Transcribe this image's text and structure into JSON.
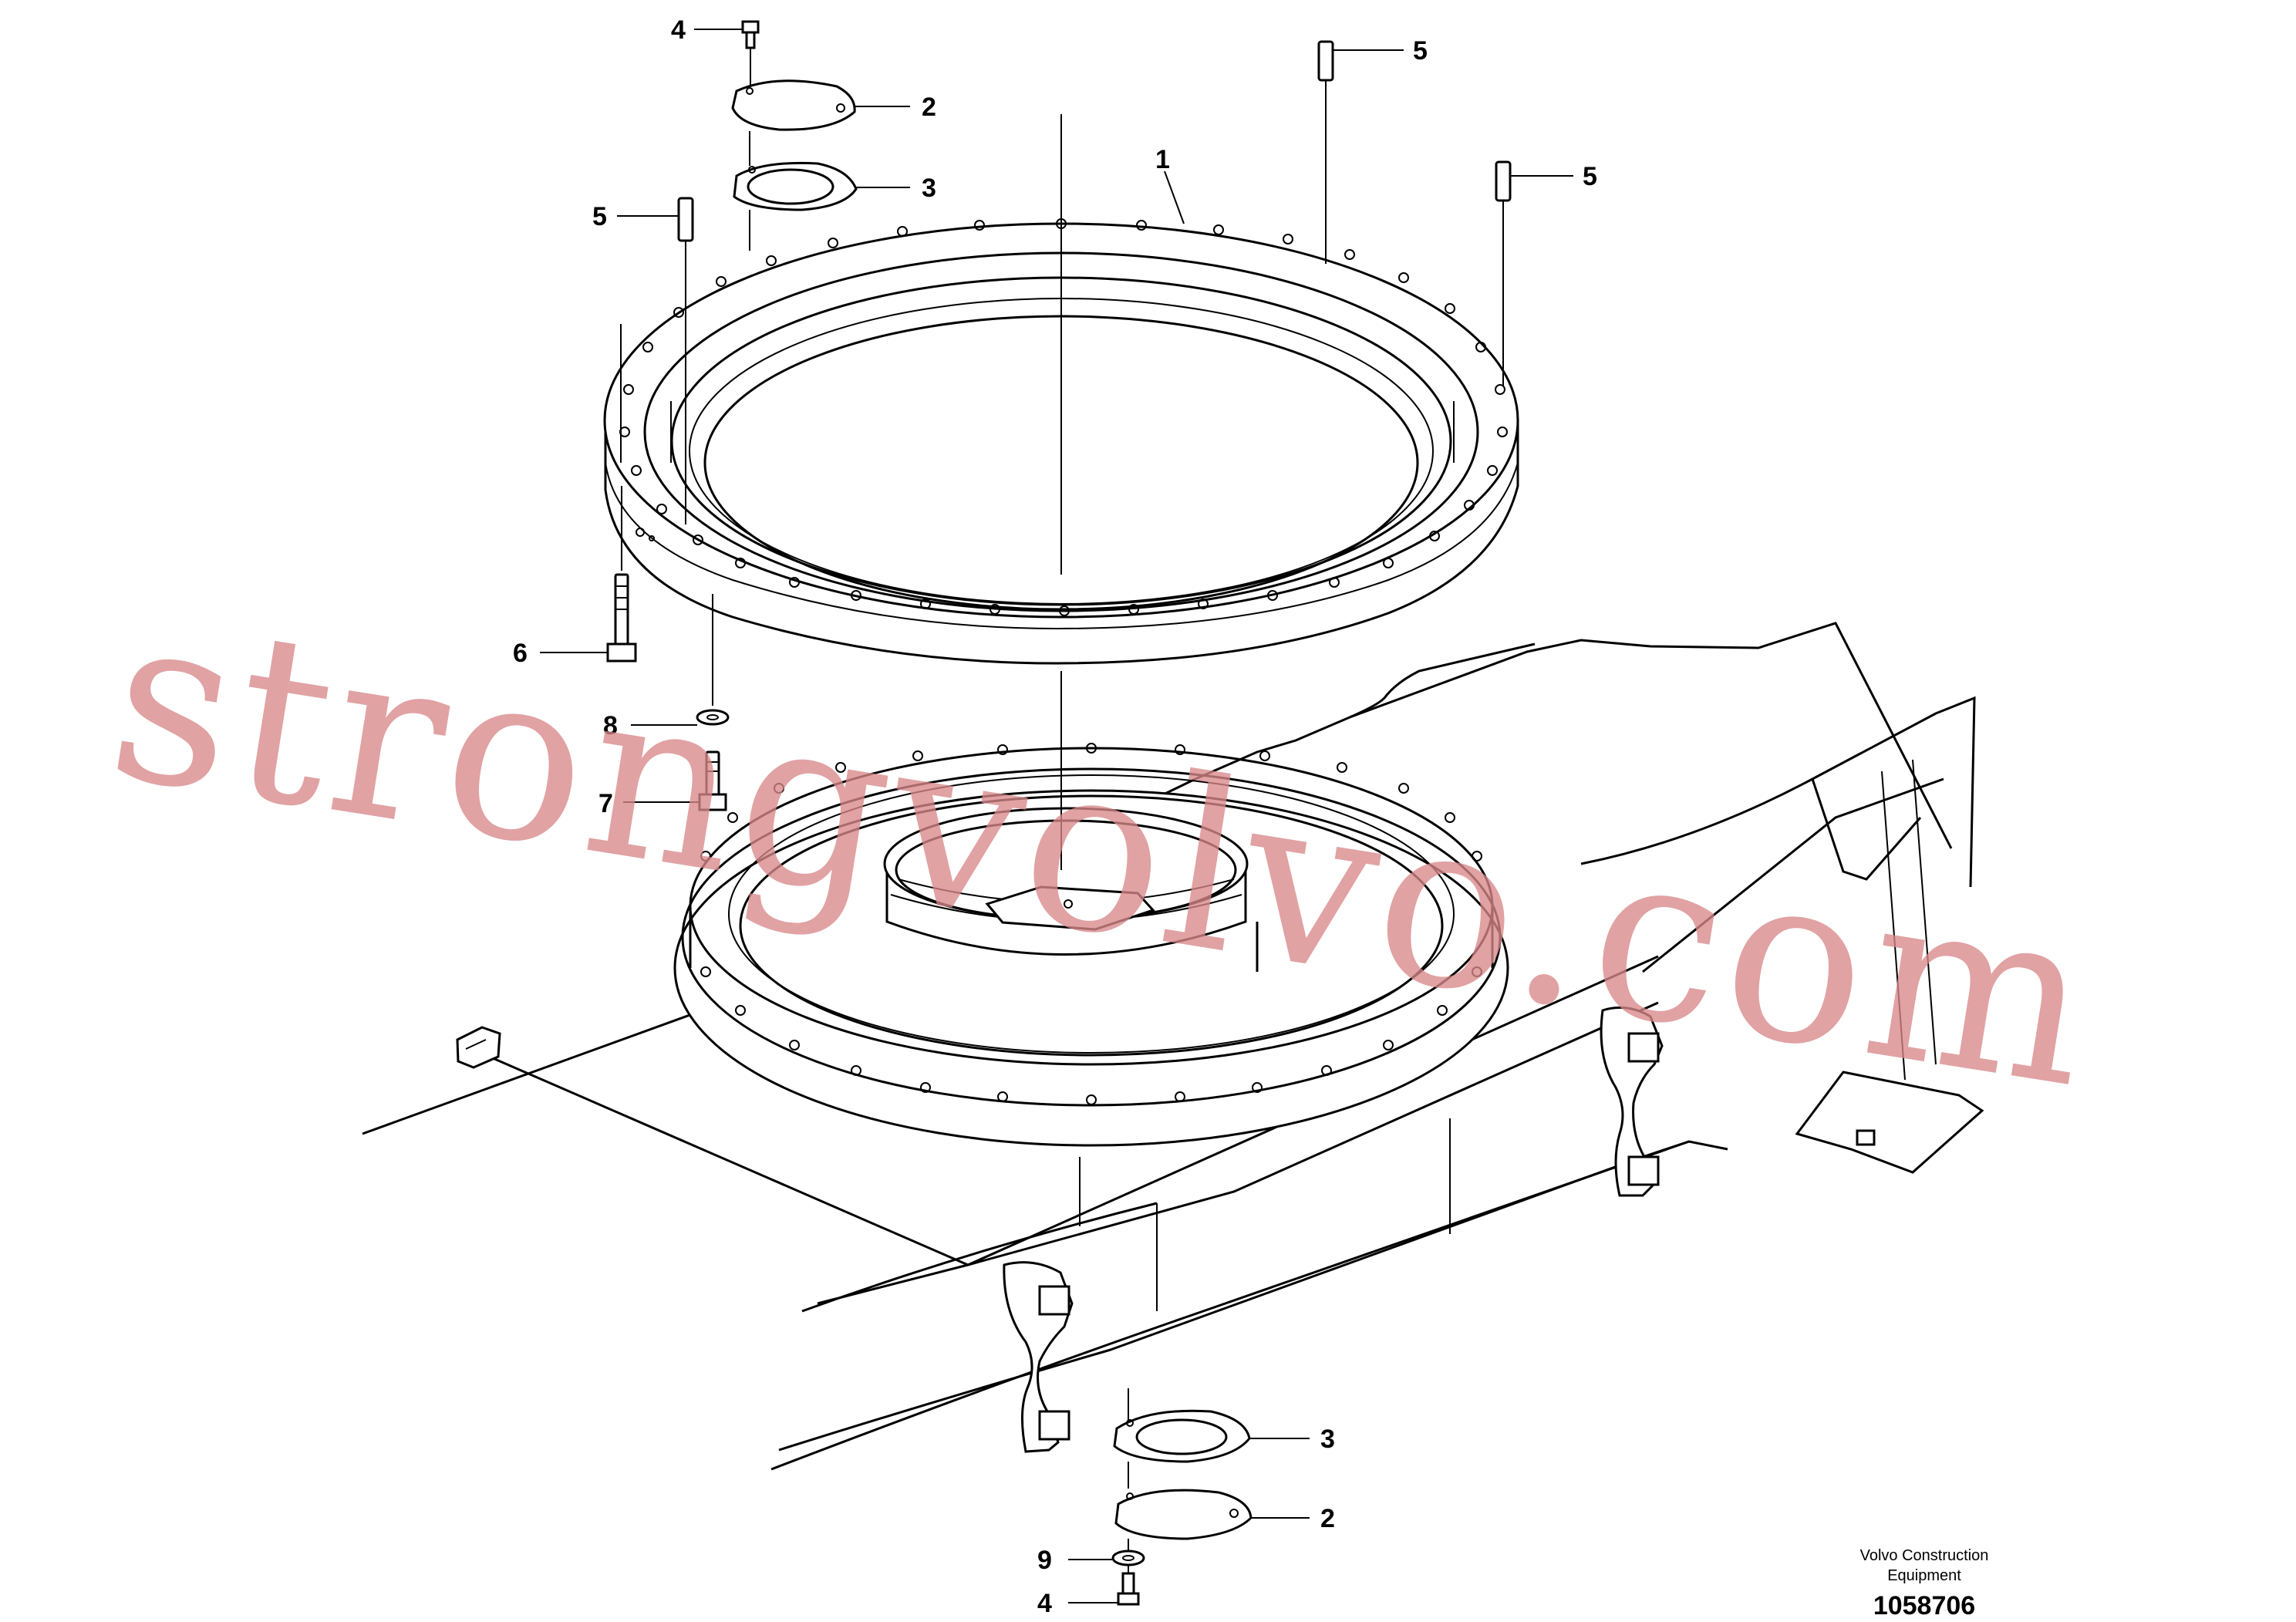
{
  "callouts": {
    "c1": "1",
    "c2a": "2",
    "c2b": "2",
    "c3a": "3",
    "c3b": "3",
    "c4a": "4",
    "c4b": "4",
    "c5a": "5",
    "c5b": "5",
    "c5c": "5",
    "c6": "6",
    "c7": "7",
    "c8": "8",
    "c9": "9"
  },
  "credit": {
    "line1": "Volvo Construction",
    "line2": "Equipment"
  },
  "drawing_number": "1058706",
  "watermark": "strongvolvo.com",
  "colors": {
    "line": "#000000",
    "background": "#ffffff",
    "watermark": "#d9888a"
  }
}
